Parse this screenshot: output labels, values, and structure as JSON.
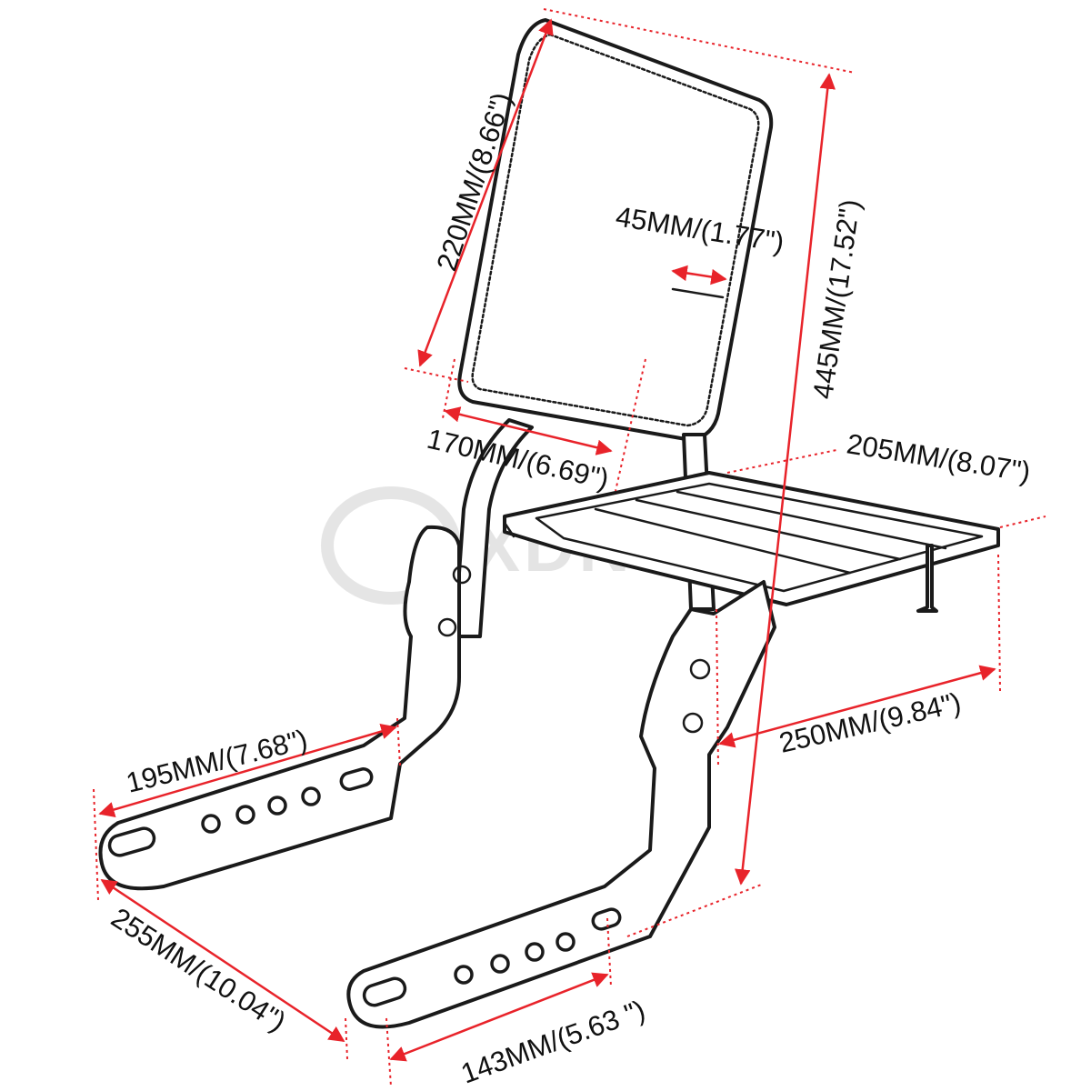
{
  "watermark": {
    "brand": "XDNT"
  },
  "dimensions": {
    "pad_height": "220MM/(8.66\")",
    "pad_thickness": "45MM/(1.77\")",
    "overall_height": "445MM/(17.52\")",
    "pad_width": "170MM/(6.69\")",
    "rack_width": "205MM/(8.07\")",
    "rack_depth": "250MM/(9.84\")",
    "upper_bracket": "195MM/(7.68\")",
    "side_plate_length": "255MM/(10.04\")",
    "slot_spacing": "143MM/(5.63 \")"
  },
  "colors": {
    "dimension": "#e8232a",
    "outline": "#1a1a1a",
    "watermark": "#cfcfcf"
  }
}
